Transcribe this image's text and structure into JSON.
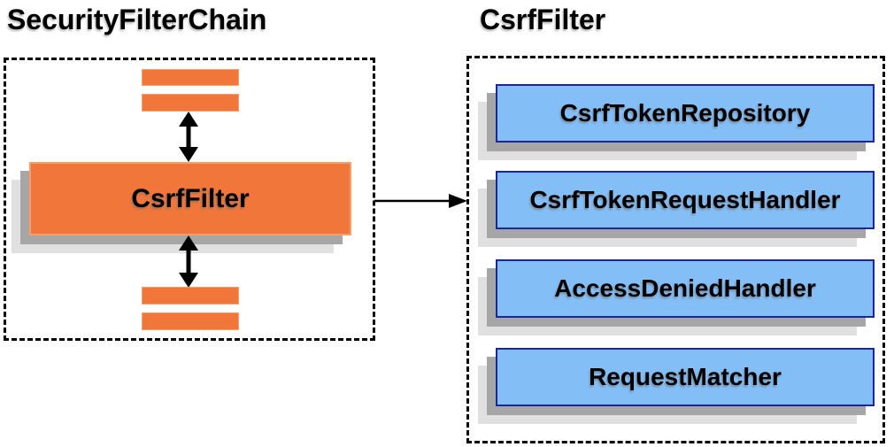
{
  "left_panel": {
    "title": "SecurityFilterChain",
    "main_box_label": "CsrfFilter"
  },
  "right_panel": {
    "title": "CsrfFilter",
    "items": [
      {
        "label": "CsrfTokenRepository"
      },
      {
        "label": "CsrfTokenRequestHandler"
      },
      {
        "label": "AccessDeniedHandler"
      },
      {
        "label": "RequestMatcher"
      }
    ]
  },
  "colors": {
    "orange_fill": "#F0763A",
    "orange_border": "#F89E6B",
    "blue_fill": "#84BEF6",
    "blue_border": "#1A25A1",
    "shadow_dark": "#A6A6A6",
    "shadow_light": "#E0E0E0",
    "arrow_color": "#000000",
    "text_color": "#000000",
    "canvas_bg": "#FFFFFF"
  }
}
